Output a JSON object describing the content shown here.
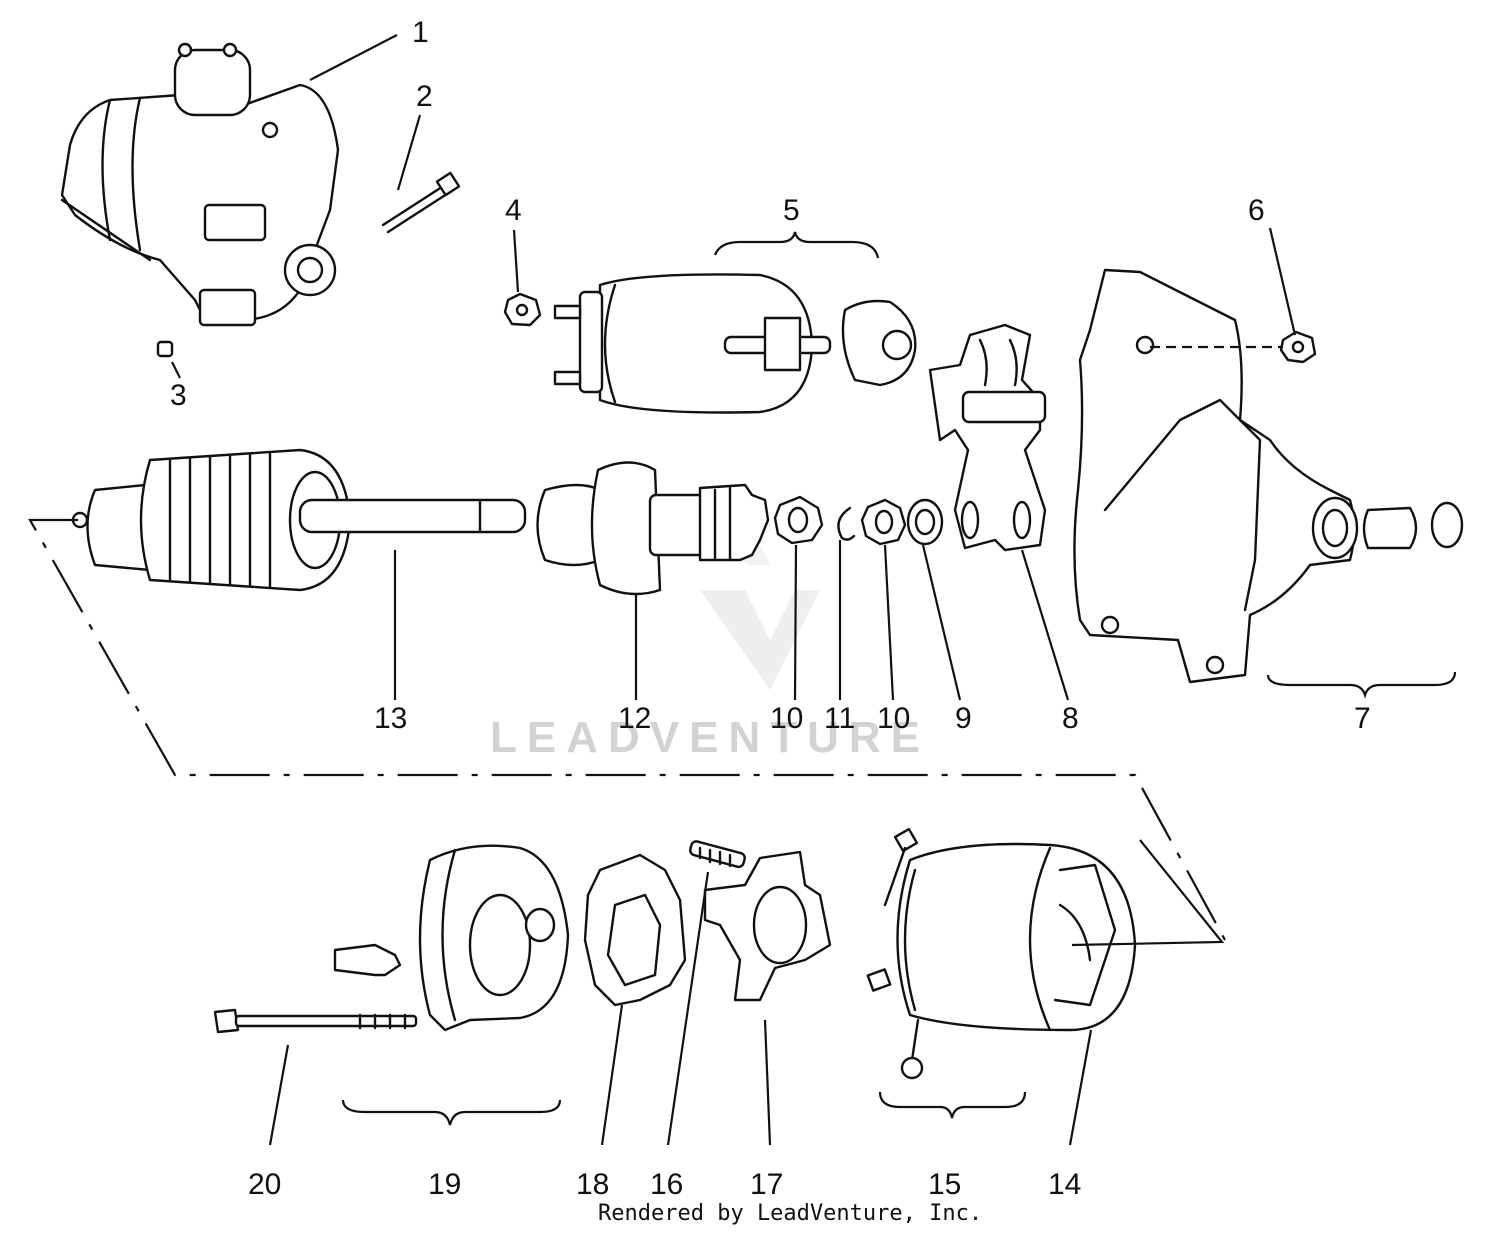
{
  "watermark": "LEADVENTURE",
  "credit": "Rendered by LeadVenture, Inc.",
  "callouts": [
    "1",
    "2",
    "3",
    "4",
    "5",
    "6",
    "7",
    "8",
    "9",
    "10",
    "10",
    "11",
    "12",
    "13",
    "14",
    "15",
    "16",
    "17",
    "18",
    "19",
    "20"
  ]
}
